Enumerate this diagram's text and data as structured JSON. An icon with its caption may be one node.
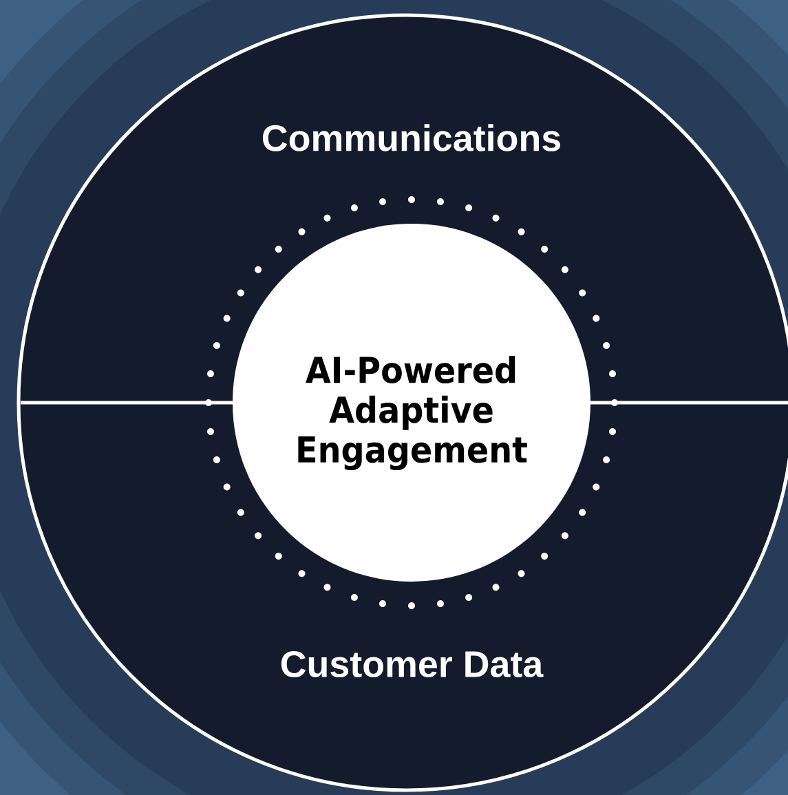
{
  "diagram": {
    "nodes": [
      {
        "text": [
          "Communications"
        ]
      },
      {
        "text": [
          "Customer Data"
        ]
      },
      {
        "text": [
          "AI-Powered Adaptive Engagement"
        ]
      }
    ]
  }
}
